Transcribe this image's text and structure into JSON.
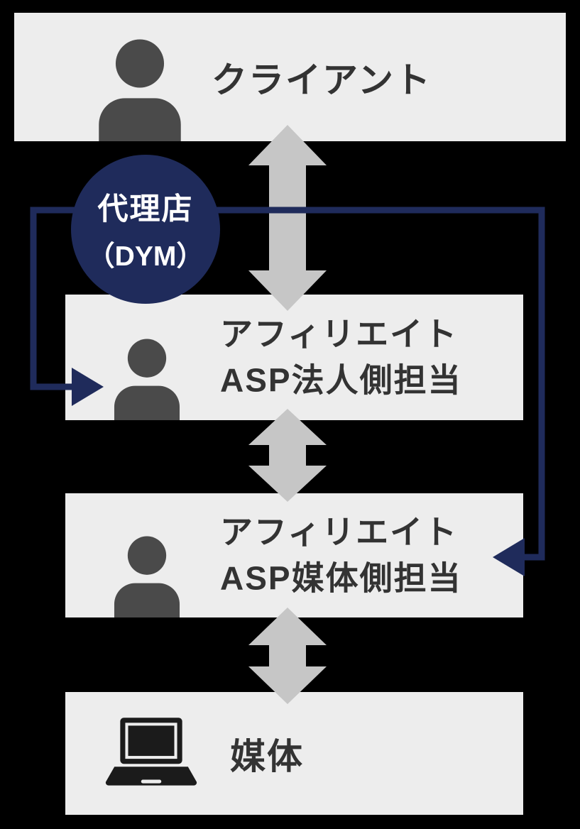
{
  "colors": {
    "background": "#000000",
    "box_fill": "#ededed",
    "arrow_gray": "#c6c6c6",
    "navy": "#1f2b5b",
    "icon_gray": "#4a4a4a",
    "text_dark": "#333333",
    "circle_text": "#ffffff"
  },
  "nodes": {
    "client": {
      "label": "クライアント",
      "icon": "person-icon"
    },
    "agency": {
      "line1": "代理店",
      "line2": "（DYM）"
    },
    "asp_corporate": {
      "line1": "アフィリエイト",
      "line2": "ASP法人側担当",
      "icon": "person-icon"
    },
    "asp_media": {
      "line1": "アフィリエイト",
      "line2": "ASP媒体側担当",
      "icon": "person-icon"
    },
    "media": {
      "label": "媒体",
      "icon": "laptop-icon"
    }
  },
  "connections": {
    "vertical_arrows": [
      "client <-> asp_corporate",
      "asp_corporate <-> asp_media",
      "asp_media <-> media"
    ],
    "agency_arrows": [
      "agency -> asp_corporate",
      "agency -> asp_media"
    ]
  }
}
